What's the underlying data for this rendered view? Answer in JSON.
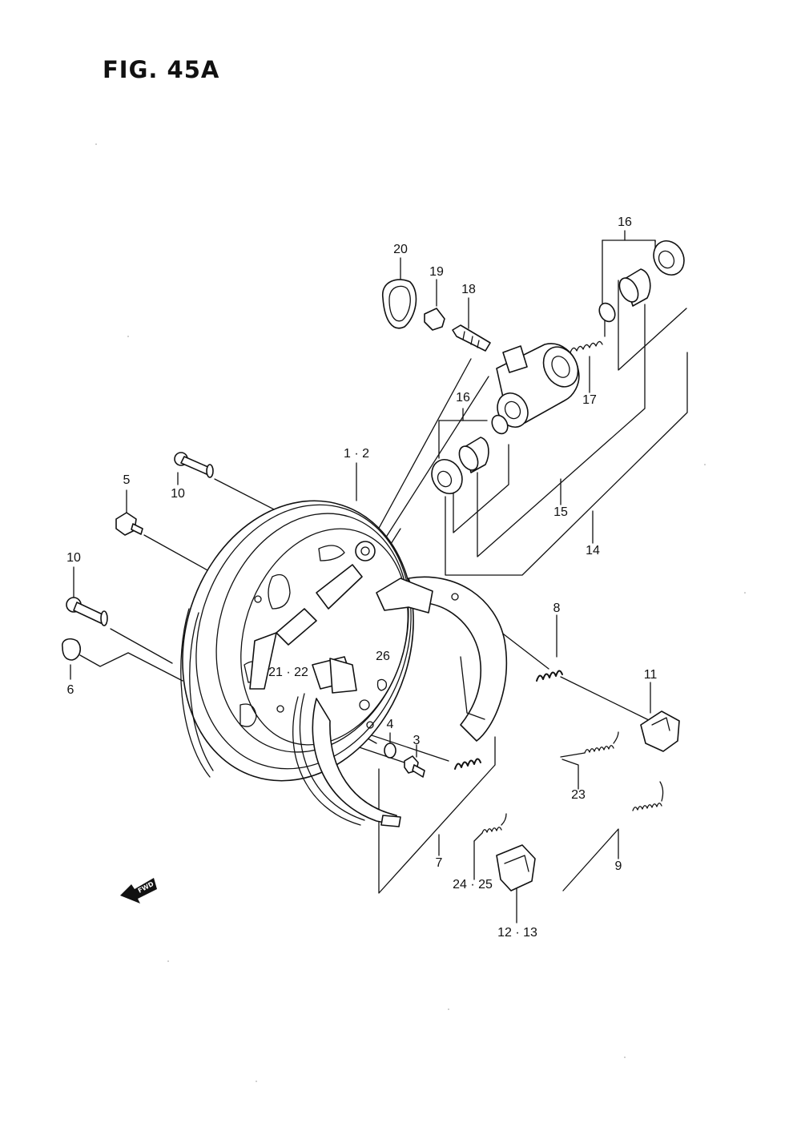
{
  "figure": {
    "title": "FIG. 45A"
  },
  "fwd_label": "FWD",
  "callouts": [
    {
      "id": "1-2",
      "text": "1 · 2"
    },
    {
      "id": "3",
      "text": "3"
    },
    {
      "id": "4",
      "text": "4"
    },
    {
      "id": "5",
      "text": "5"
    },
    {
      "id": "6",
      "text": "6"
    },
    {
      "id": "7",
      "text": "7"
    },
    {
      "id": "8",
      "text": "8"
    },
    {
      "id": "9",
      "text": "9"
    },
    {
      "id": "10a",
      "text": "10"
    },
    {
      "id": "10b",
      "text": "10"
    },
    {
      "id": "11",
      "text": "11"
    },
    {
      "id": "12-13",
      "text": "12 · 13"
    },
    {
      "id": "14",
      "text": "14"
    },
    {
      "id": "15",
      "text": "15"
    },
    {
      "id": "16a",
      "text": "16"
    },
    {
      "id": "16b",
      "text": "16"
    },
    {
      "id": "17",
      "text": "17"
    },
    {
      "id": "18",
      "text": "18"
    },
    {
      "id": "19",
      "text": "19"
    },
    {
      "id": "20",
      "text": "20"
    },
    {
      "id": "21-22",
      "text": "21 · 22"
    },
    {
      "id": "23",
      "text": "23"
    },
    {
      "id": "24-25",
      "text": "24 · 25"
    },
    {
      "id": "26",
      "text": "26"
    }
  ]
}
